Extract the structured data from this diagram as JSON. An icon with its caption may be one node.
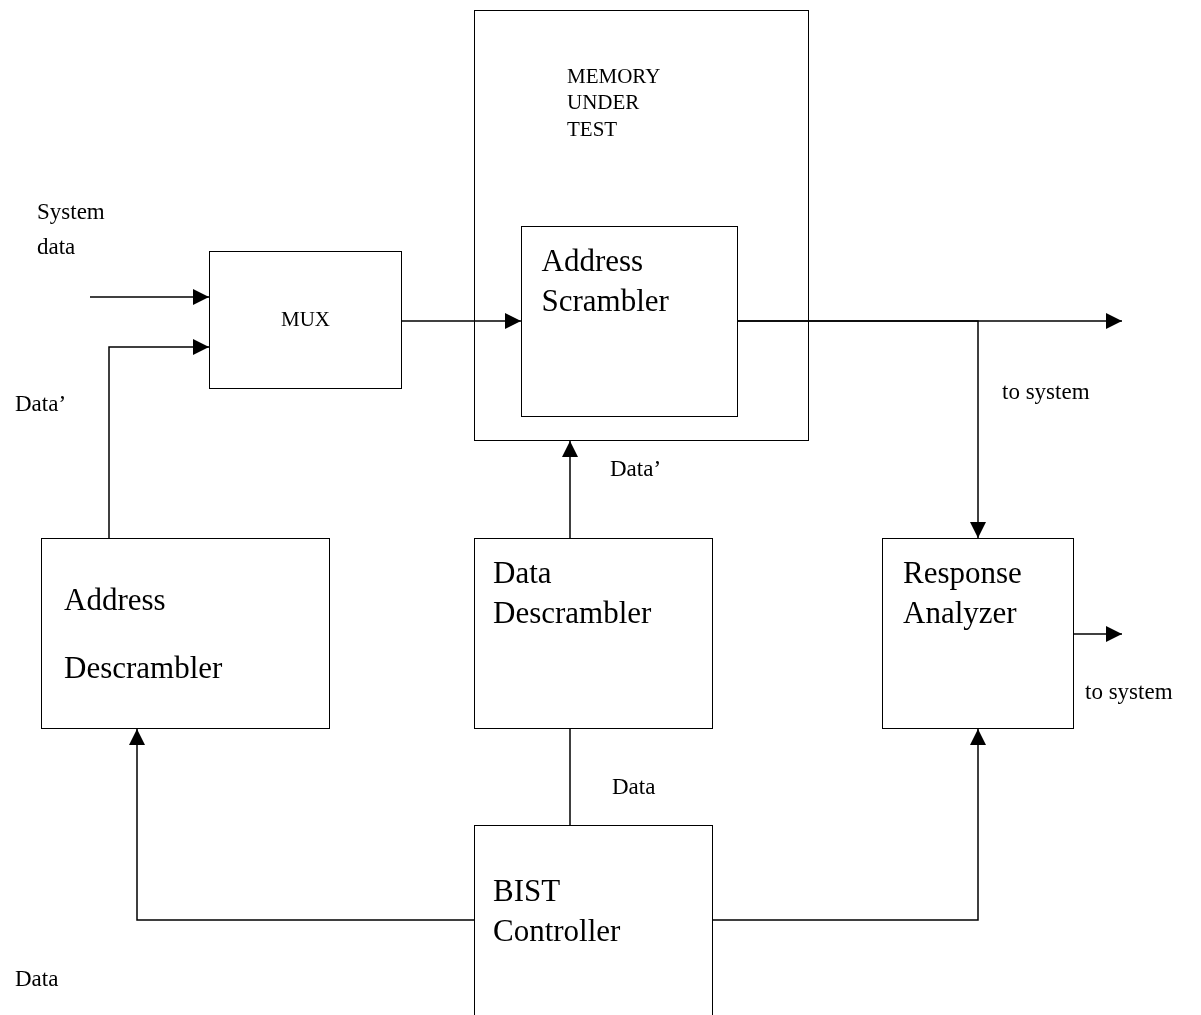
{
  "diagram": {
    "nodes": [
      {
        "text": [
          "MEMORY UNDER TEST"
        ]
      },
      {
        "text": [
          "Address Scrambler"
        ],
        "in": 0
      },
      {
        "text": [
          "MUX"
        ]
      },
      {
        "text": [
          "Address",
          "Descrambler"
        ]
      },
      {
        "text": [
          "Data Descrambler"
        ]
      },
      {
        "text": [
          "Response Analyzer"
        ]
      },
      {
        "text": [
          "BIST Controller"
        ]
      }
    ],
    "edges": [
      {
        "from": null,
        "to": 2,
        "arrow": "to",
        "label": "System data"
      },
      {
        "from": 3,
        "to": 2,
        "arrow": "to"
      },
      {
        "from": 2,
        "to": 1,
        "arrow": "to"
      },
      {
        "from": 1,
        "to": null,
        "arrow": "to",
        "label": "to system"
      },
      {
        "from": 1,
        "to": 5,
        "arrow": "to"
      },
      {
        "from": 4,
        "to": 0,
        "arrow": "to",
        "label": "Data’"
      },
      {
        "from": 6,
        "to": 4,
        "arrow": "none",
        "label": "Data"
      },
      {
        "from": 6,
        "to": 3,
        "arrow": "to"
      },
      {
        "from": 6,
        "to": 5,
        "arrow": "to"
      },
      {
        "from": 5,
        "to": null,
        "arrow": "to",
        "label": "to system"
      }
    ],
    "labels": [
      "Data’",
      "Data"
    ]
  }
}
